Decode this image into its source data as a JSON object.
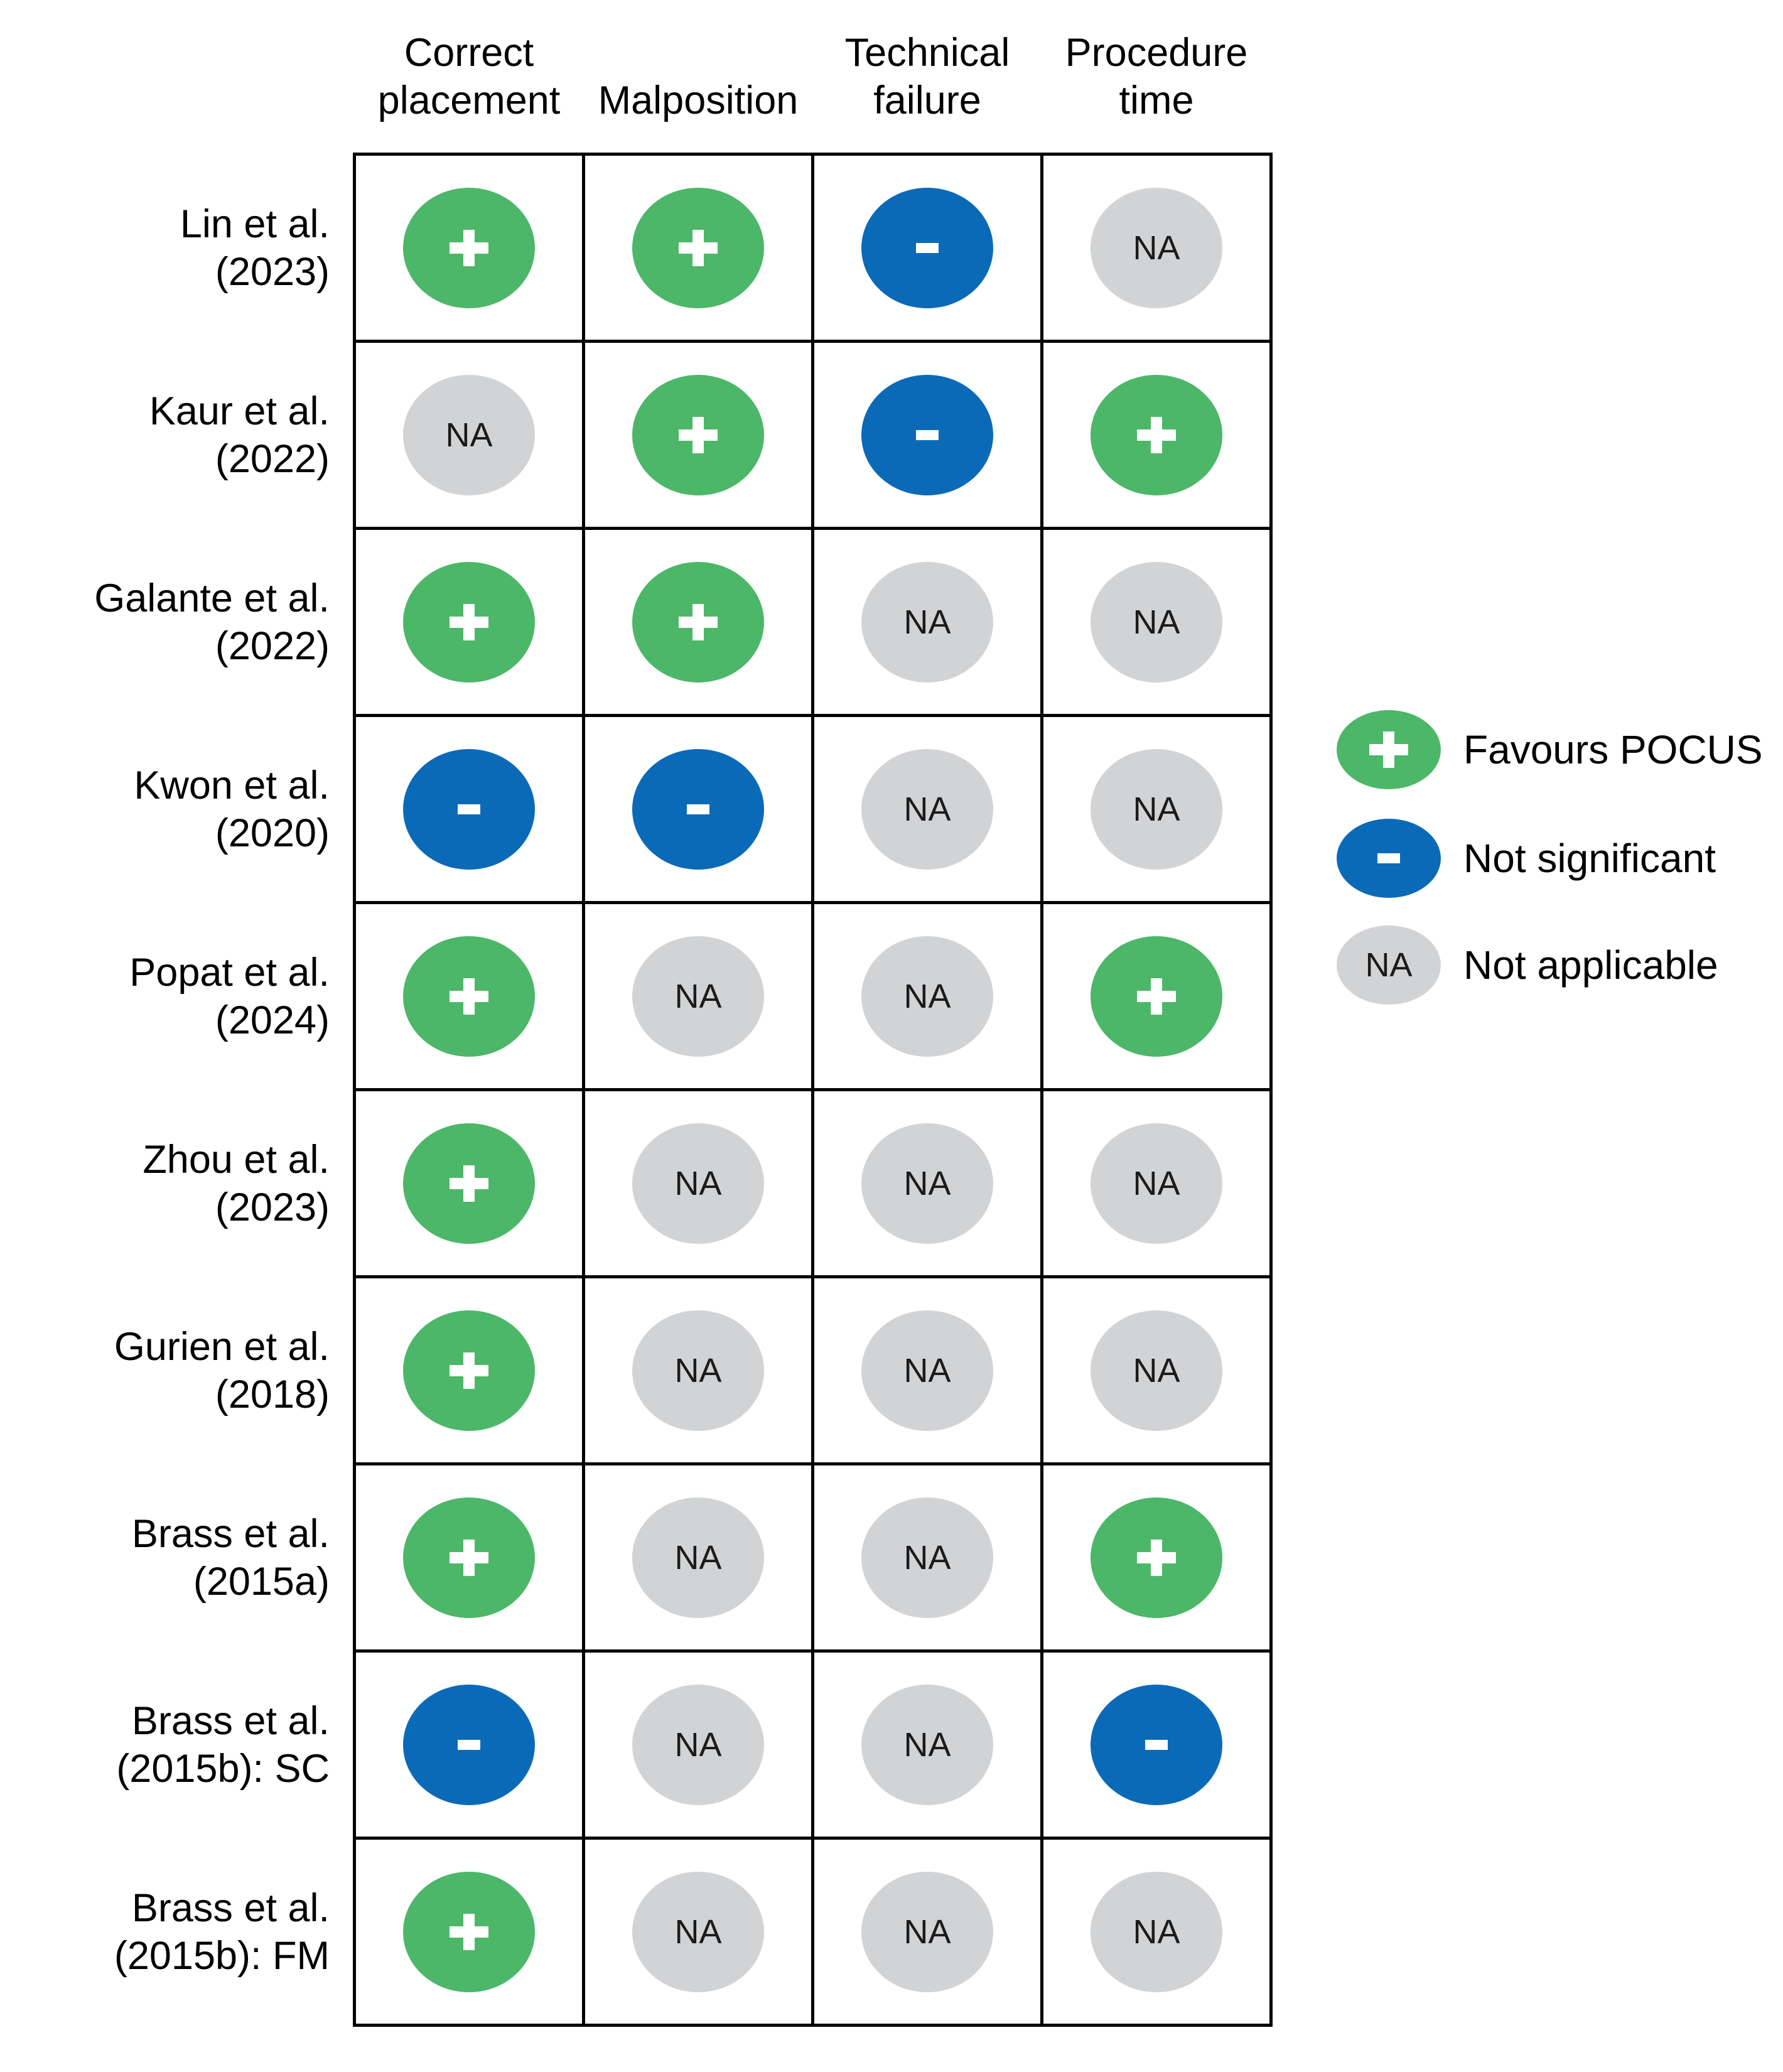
{
  "columns": [
    "Correct placement",
    "Malposition",
    "Technical failure",
    "Procedure time"
  ],
  "rows": [
    {
      "label_lines": [
        "Lin et al.",
        "(2023)"
      ],
      "cells": [
        "plus",
        "plus",
        "minus",
        "na"
      ]
    },
    {
      "label_lines": [
        "Kaur et al.",
        "(2022)"
      ],
      "cells": [
        "na",
        "plus",
        "minus",
        "plus"
      ]
    },
    {
      "label_lines": [
        "Galante et al.",
        "(2022)"
      ],
      "cells": [
        "plus",
        "plus",
        "na",
        "na"
      ]
    },
    {
      "label_lines": [
        "Kwon et al.",
        "(2020)"
      ],
      "cells": [
        "minus",
        "minus",
        "na",
        "na"
      ]
    },
    {
      "label_lines": [
        "Popat et al.",
        "(2024)"
      ],
      "cells": [
        "plus",
        "na",
        "na",
        "plus"
      ]
    },
    {
      "label_lines": [
        "Zhou et al.",
        "(2023)"
      ],
      "cells": [
        "plus",
        "na",
        "na",
        "na"
      ]
    },
    {
      "label_lines": [
        "Gurien et al.",
        "(2018)"
      ],
      "cells": [
        "plus",
        "na",
        "na",
        "na"
      ]
    },
    {
      "label_lines": [
        "Brass et al.",
        "(2015a)"
      ],
      "cells": [
        "plus",
        "na",
        "na",
        "plus"
      ]
    },
    {
      "label_lines": [
        "Brass et al.",
        "(2015b): SC"
      ],
      "cells": [
        "minus",
        "na",
        "na",
        "minus"
      ]
    },
    {
      "label_lines": [
        "Brass et al.",
        "(2015b): FM"
      ],
      "cells": [
        "plus",
        "na",
        "na",
        "na"
      ]
    }
  ],
  "legend": [
    {
      "type": "plus",
      "label": "Favours POCUS"
    },
    {
      "type": "minus",
      "label": "Not significant"
    },
    {
      "type": "na",
      "label": "Not applicable"
    }
  ],
  "symbols": {
    "plus": "+",
    "minus": "-",
    "na": "NA"
  },
  "colors": {
    "plus": "#4CB768",
    "minus": "#0B6AB8",
    "na": "#D2D3D5"
  },
  "chart_data": {
    "type": "table",
    "title": "",
    "categories": [
      "Correct placement",
      "Malposition",
      "Technical failure",
      "Procedure time"
    ],
    "rows": [
      {
        "study": "Lin et al. (2023)",
        "values": [
          "+",
          "+",
          "-",
          "NA"
        ]
      },
      {
        "study": "Kaur et al. (2022)",
        "values": [
          "NA",
          "+",
          "-",
          "+"
        ]
      },
      {
        "study": "Galante et al. (2022)",
        "values": [
          "+",
          "+",
          "NA",
          "NA"
        ]
      },
      {
        "study": "Kwon et al. (2020)",
        "values": [
          "-",
          "-",
          "NA",
          "NA"
        ]
      },
      {
        "study": "Popat et al. (2024)",
        "values": [
          "+",
          "NA",
          "NA",
          "+"
        ]
      },
      {
        "study": "Zhou et al. (2023)",
        "values": [
          "+",
          "NA",
          "NA",
          "NA"
        ]
      },
      {
        "study": "Gurien et al. (2018)",
        "values": [
          "+",
          "NA",
          "NA",
          "NA"
        ]
      },
      {
        "study": "Brass et al. (2015a)",
        "values": [
          "+",
          "NA",
          "NA",
          "+"
        ]
      },
      {
        "study": "Brass et al. (2015b): SC",
        "values": [
          "-",
          "NA",
          "NA",
          "-"
        ]
      },
      {
        "study": "Brass et al. (2015b): FM",
        "values": [
          "+",
          "NA",
          "NA",
          "NA"
        ]
      }
    ],
    "value_meanings": {
      "+": "Favours POCUS",
      "-": "Not significant",
      "NA": "Not applicable"
    },
    "legend_position": "right",
    "grid": true
  }
}
